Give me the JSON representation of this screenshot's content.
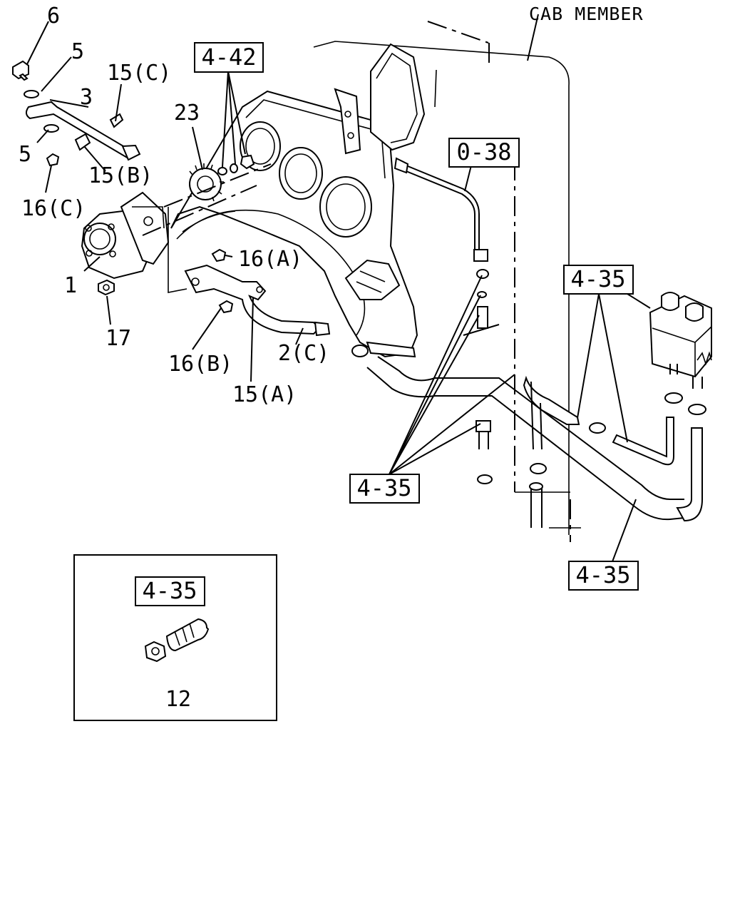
{
  "header": {
    "cab_member": "CAB MEMBER"
  },
  "part_labels": {
    "p6": "6",
    "p5_top": "5",
    "p15c": "15(C)",
    "p3": "3",
    "p5_left": "5",
    "p15b": "15(B)",
    "p16c": "16(C)",
    "p23": "23",
    "p16a": "16(A)",
    "p1": "1",
    "p17": "17",
    "p16b": "16(B)",
    "p2c": "2(C)",
    "p15a": "15(A)",
    "p12": "12"
  },
  "ref_boxes": {
    "r442": "4-42",
    "r038": "0-38",
    "r435_right": "4-35",
    "r435_mid": "4-35",
    "r435_bottom": "4-35",
    "r435_inset": "4-35"
  }
}
